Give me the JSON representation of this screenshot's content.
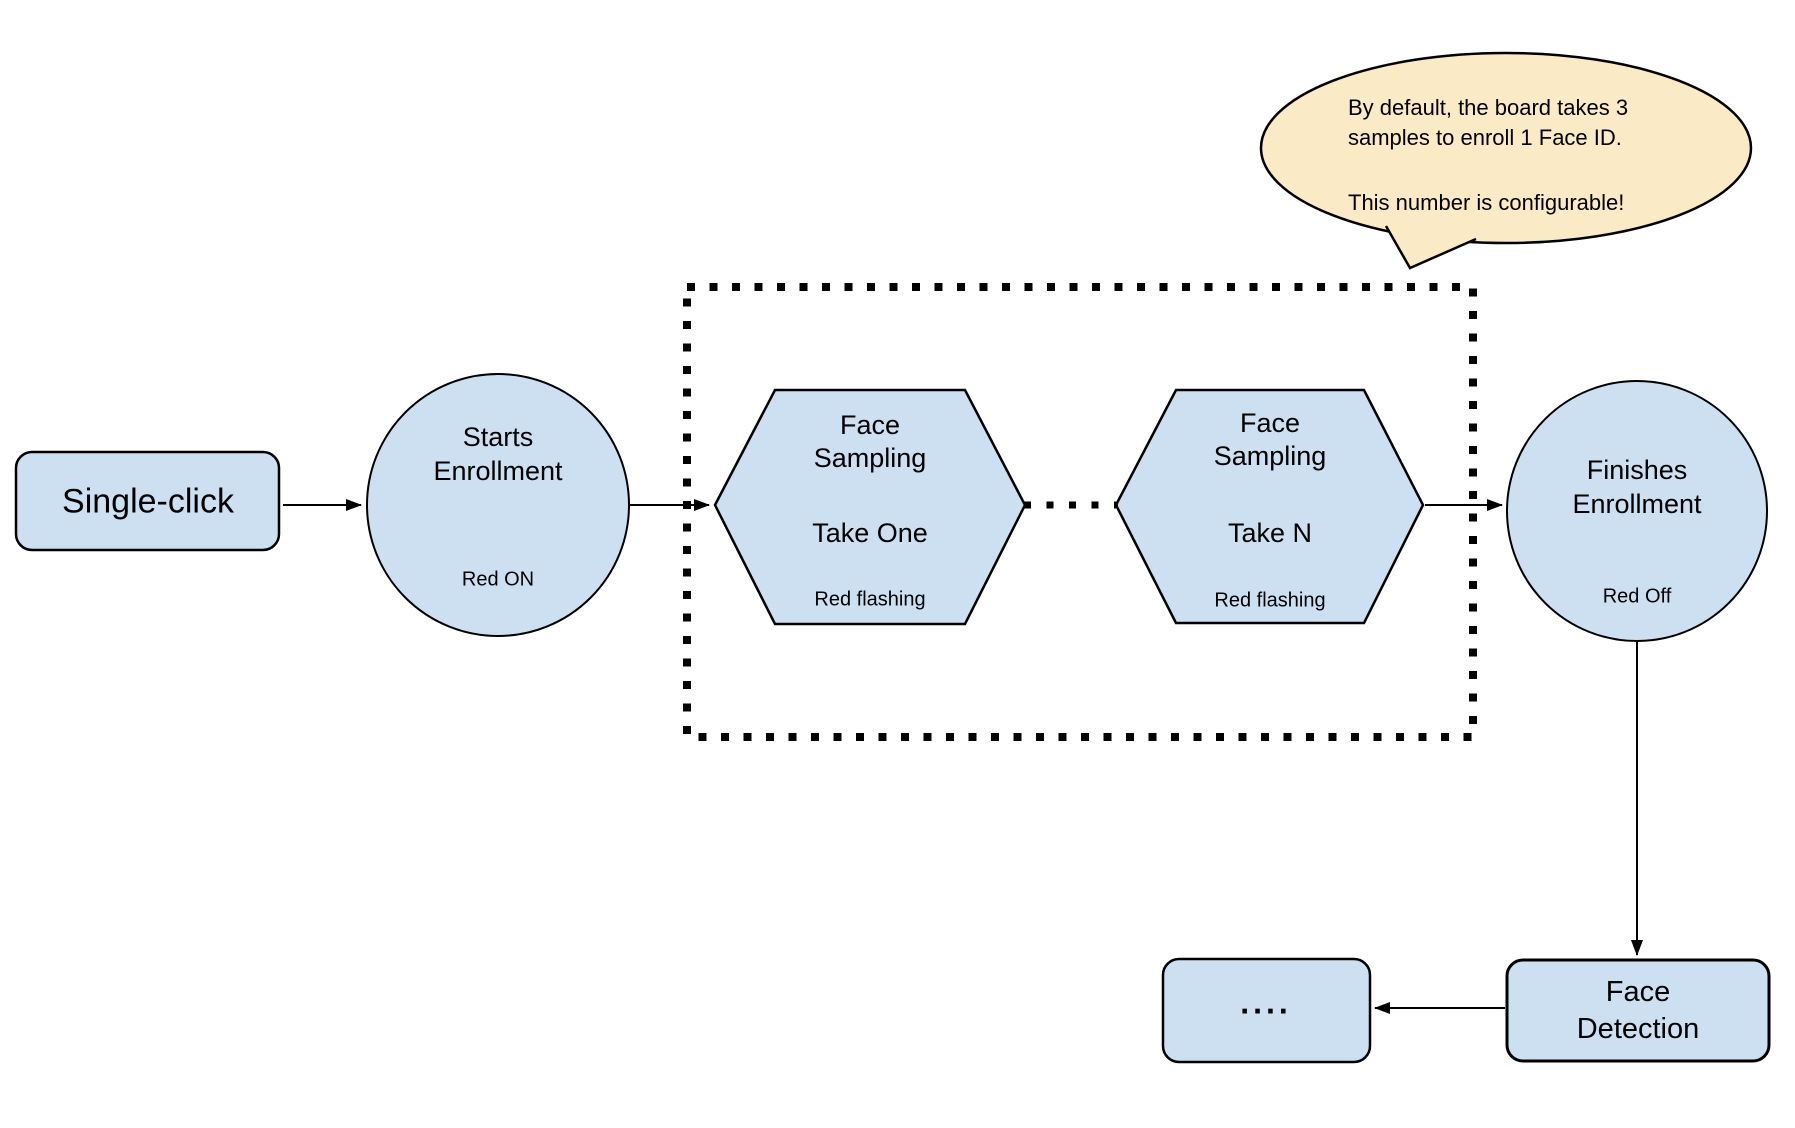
{
  "colors": {
    "background": "#FFFFFF",
    "node_fill": "#CCE0F2",
    "node_stroke": "#000000",
    "connector": "#000000",
    "callout_fill": "#FBEAC6",
    "callout_stroke": "#000000",
    "text": "#000000"
  },
  "nodes": {
    "single_click": {
      "label": "Single-click"
    },
    "starts_enrollment": {
      "line1": "Starts",
      "line2": "Enrollment",
      "status": "Red ON"
    },
    "face_sampling_one": {
      "line1": "Face",
      "line2": "Sampling",
      "step": "Take One",
      "status": "Red flashing"
    },
    "face_sampling_n": {
      "line1": "Face",
      "line2": "Sampling",
      "step": "Take N",
      "status": "Red flashing"
    },
    "finishes_enrollment": {
      "line1": "Finishes",
      "line2": "Enrollment",
      "status": "Red Off"
    },
    "face_detection": {
      "line1": "Face",
      "line2": "Detection"
    },
    "continuation": {
      "label": "...."
    }
  },
  "callout": {
    "line1": "By default, the board takes 3",
    "line2": "samples to enroll 1 Face ID.",
    "line3": "This number is configurable!"
  }
}
